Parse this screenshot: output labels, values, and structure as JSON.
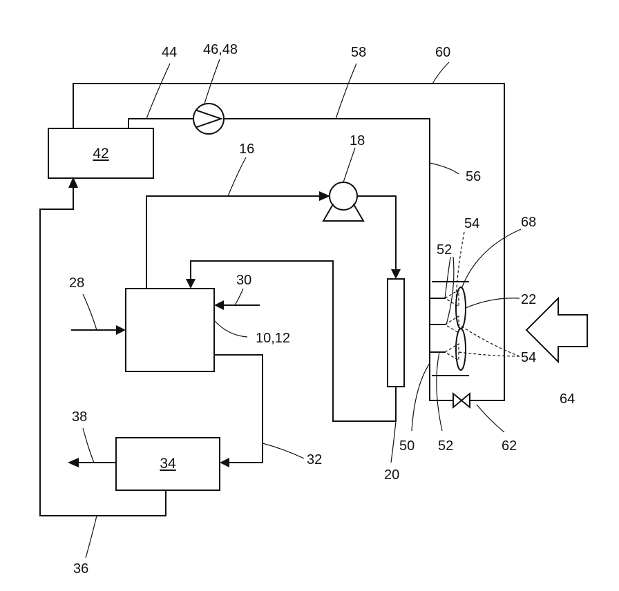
{
  "boxes": {
    "box_42": "42",
    "box_34": "34"
  },
  "labels": {
    "l44": "44",
    "l46_48": "46,48",
    "l58": "58",
    "l60": "60",
    "l16": "16",
    "l18": "18",
    "l56": "56",
    "l54_top": "54",
    "l68": "68",
    "l52_top": "52",
    "l28": "28",
    "l30": "30",
    "l22": "22",
    "l10_12": "10,12",
    "l54_bottom": "54",
    "l64": "64",
    "l38": "38",
    "l32": "32",
    "l50": "50",
    "l52_bottom": "52",
    "l62": "62",
    "l20": "20",
    "l36": "36"
  }
}
